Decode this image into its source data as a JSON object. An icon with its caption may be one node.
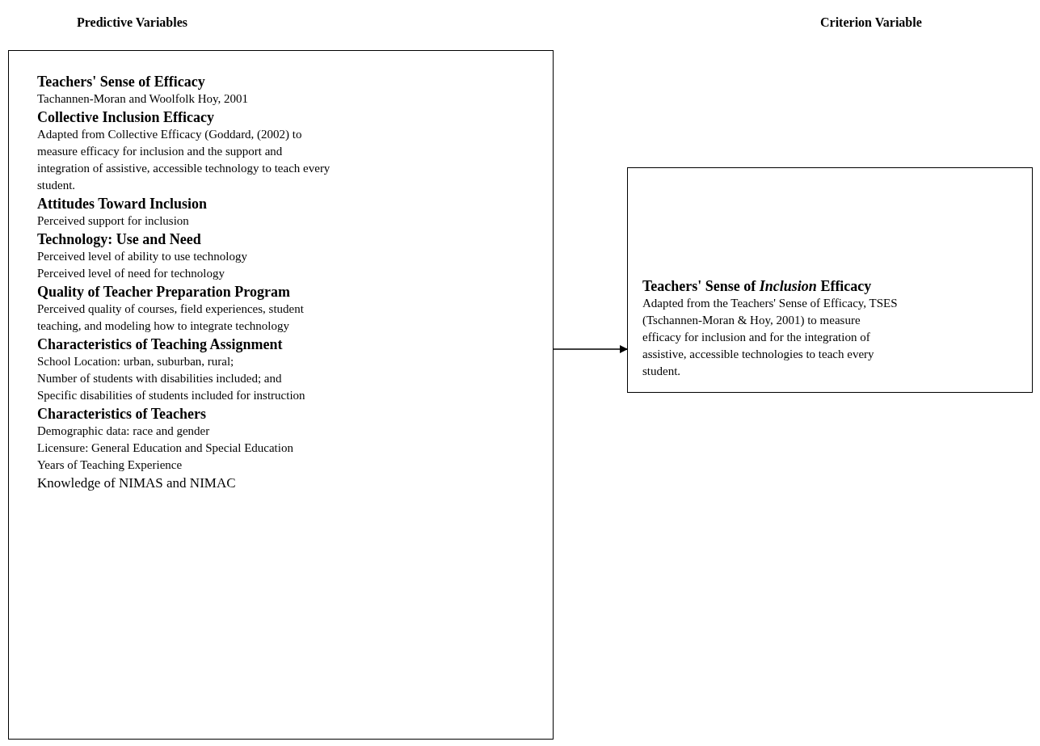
{
  "diagram": {
    "nodes": [
      {
        "text": [
          "Teachers' Sense of Efficacy",
          "Tachannen-Moran and Woolfolk Hoy, 2001",
          "Collective Inclusion Efficacy",
          "Adapted from Collective Efficacy (Goddard, (2002) to measure efficacy for inclusion and the support and integration of assistive, accessible technology to teach every student.",
          "Attitudes Toward Inclusion",
          "Perceived support for inclusion",
          "Technology: Use and Need",
          "Perceived level of ability to use technology",
          "Perceived level of need for technology",
          "Quality of Teacher Preparation Program",
          "Perceived quality of courses, field experiences, student teaching, and modeling how to integrate technology",
          "Characteristics of Teaching Assignment",
          "School Location: urban, suburban, rural;",
          "Number of students with disabilities included; and",
          "Specific disabilities of students included for instruction",
          "Characteristics of Teachers",
          "Demographic data: race and gender",
          "Licensure:  General Education and Special Education",
          "Years of Teaching Experience",
          "Knowledge of NIMAS and NIMAC"
        ]
      },
      {
        "text": [
          "Teachers' Sense of *Inclusion* Efficacy",
          "Adapted from the Teachers' Sense of Efficacy, TSES (Tschannen-Moran & Hoy, 2001) to measure efficacy for inclusion and for the integration of assistive, accessible technologies to teach every student."
        ]
      }
    ],
    "edges": [
      {
        "from": 0,
        "to": 1,
        "arrow": "to"
      }
    ],
    "labels": [
      "Predictive Variables",
      "Criterion Variable"
    ]
  }
}
